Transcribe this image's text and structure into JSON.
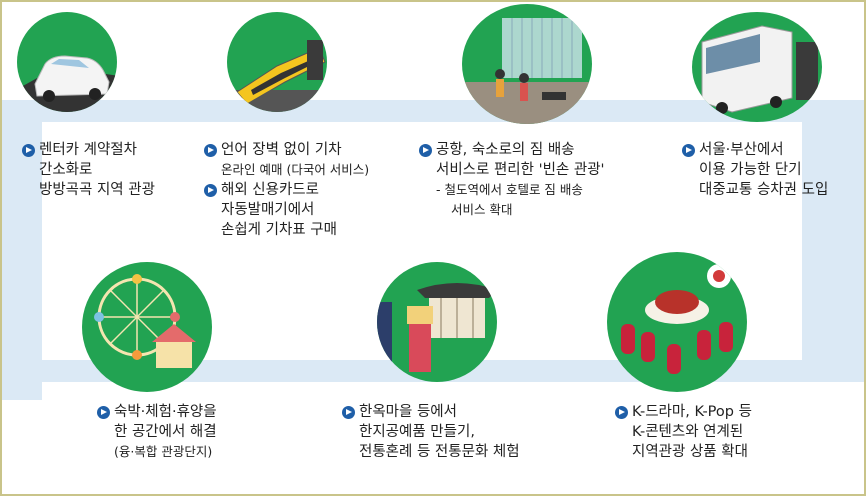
{
  "items": [
    {
      "lines": [
        "렌터카 계약절차",
        "간소화로",
        "방방곡곡 지역 관광"
      ],
      "icon": "rental-car-icon"
    },
    {
      "lines": [
        "언어 장벽 없이 기차",
        "온라인 예매 (다국어 서비스)",
        "해외 신용카드로",
        "자동발매기에서",
        "손쉽게 기차표 구매"
      ],
      "icon": "train-icon"
    },
    {
      "lines": [
        "공항, 숙소로의 짐 배송",
        "서비스로 편리한 '빈손 관광'",
        "- 철도역에서 호텔로 짐 배송",
        "서비스 확대"
      ],
      "icon": "airport-luggage-icon"
    },
    {
      "lines": [
        "서울·부산에서",
        "이용 가능한 단기",
        "대중교통 승차권 도입"
      ],
      "icon": "bus-icon"
    },
    {
      "lines": [
        "숙박·체험·휴양을",
        "한 공간에서 해결",
        "(융·복합 관광단지)"
      ],
      "icon": "amusement-park-icon"
    },
    {
      "lines": [
        "한옥마을 등에서",
        "한지공예품 만들기,",
        "전통혼례 등 전통문화 체험"
      ],
      "icon": "hanok-tradition-icon"
    },
    {
      "lines": [
        "K-드라마, K-Pop 등",
        "K-콘텐츠와 연계된",
        "지역관광 상품 확대"
      ],
      "icon": "k-content-icon"
    }
  ],
  "colors": {
    "circle": "#22a352",
    "bullet": "#1f5fa8",
    "track": "#dbe9f5",
    "frame": "#c9c48a"
  }
}
